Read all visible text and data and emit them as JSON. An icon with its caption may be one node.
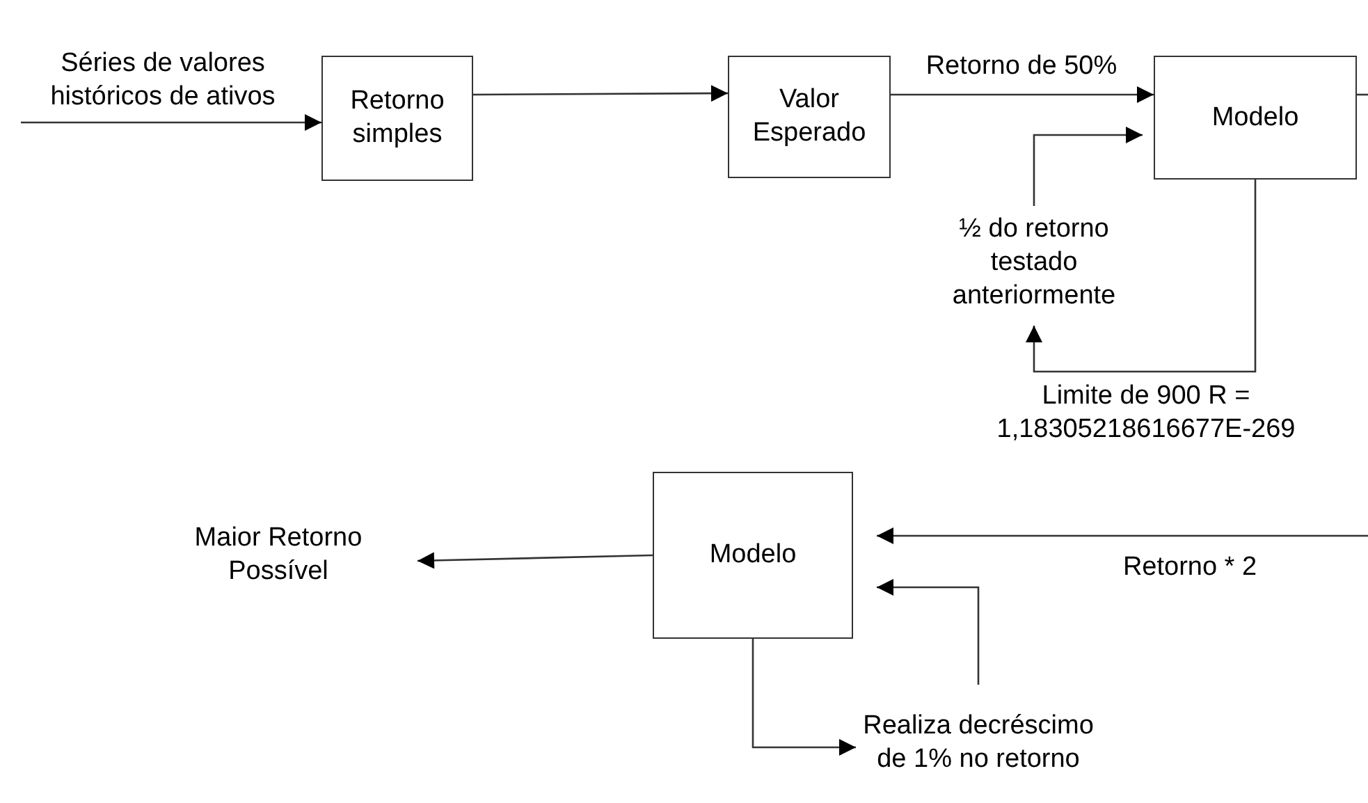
{
  "diagram": {
    "nodes": [
      {
        "text": [
          "Retorno simples"
        ]
      },
      {
        "text": [
          "Valor Esperado"
        ]
      },
      {
        "text": [
          "Modelo"
        ]
      },
      {
        "text": [
          "½ do retorno testado anteriormente"
        ]
      },
      {
        "text": [
          "Modelo"
        ]
      },
      {
        "text": [
          "Maior Retorno Possível"
        ]
      },
      {
        "text": [
          "Realiza decréscimo de 1% no retorno"
        ]
      }
    ],
    "edges": [
      {
        "from": null,
        "to": 0,
        "arrow": "to",
        "label": "Séries de valores históricos de ativos"
      },
      {
        "from": 0,
        "to": 1,
        "arrow": "to"
      },
      {
        "from": 1,
        "to": 2,
        "arrow": "to",
        "label": "Retorno de 50%"
      },
      {
        "from": 3,
        "to": 2,
        "arrow": "to"
      },
      {
        "from": 2,
        "to": 3,
        "arrow": "to",
        "label": "Limite de 900 R = 1,18305218616677E-269"
      },
      {
        "from": 2,
        "to": null,
        "arrow": "none"
      },
      {
        "from": null,
        "to": 4,
        "arrow": "to",
        "label": "Retorno * 2"
      },
      {
        "from": 6,
        "to": 4,
        "arrow": "to"
      },
      {
        "from": 4,
        "to": 6,
        "arrow": "to"
      },
      {
        "from": 4,
        "to": 5,
        "arrow": "to"
      }
    ]
  }
}
